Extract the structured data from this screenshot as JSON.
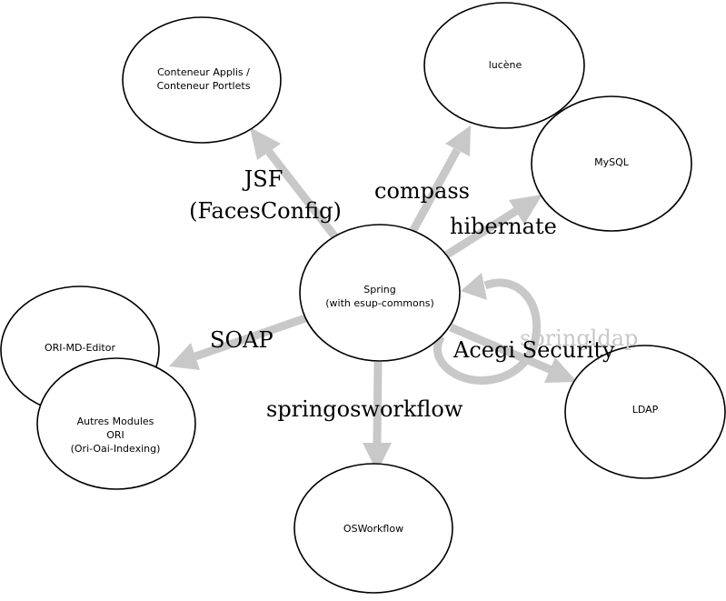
{
  "nodes": {
    "conteneur": [
      "Conteneur Applis /",
      "Conteneur Portlets"
    ],
    "lucene": [
      "lucène"
    ],
    "mysql": [
      "MySQL"
    ],
    "spring": [
      "Spring",
      "(with esup-commons)"
    ],
    "ori_md_editor": [
      "ORI-MD-Editor"
    ],
    "autres_modules": [
      "Autres Modules",
      "ORI",
      "(Ori-Oai-Indexing)"
    ],
    "ldap": [
      "LDAP"
    ],
    "osworkflow": [
      "OSWorkflow"
    ]
  },
  "edges": {
    "jsf": [
      "JSF",
      "(FacesConfig)"
    ],
    "compass": "compass",
    "hibernate": "hibernate",
    "soap": "SOAP",
    "springosworkflow": "springosworkflow",
    "acegi": "Acegi Security",
    "springldap": "springldap"
  },
  "colors": {
    "arrow": "#c8c8c8",
    "node_stroke": "#000000",
    "background": "#ffffff"
  }
}
